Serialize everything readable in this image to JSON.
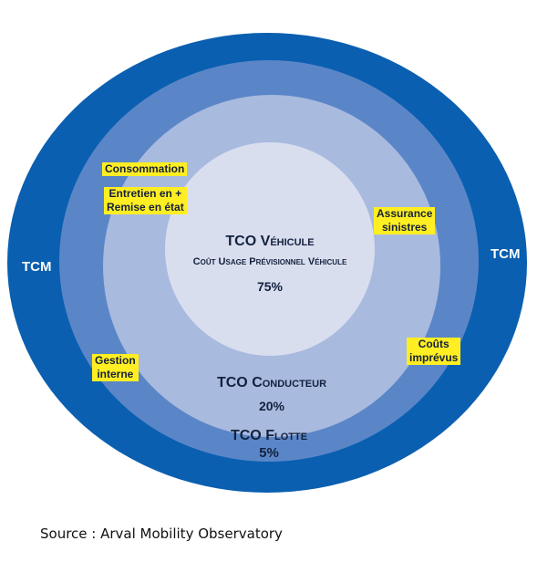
{
  "outer_ring": {
    "label_left": "TCM",
    "label_right": "TCM"
  },
  "fleet_ring": {
    "title_prefix": "TCO",
    "title_word": "Flotte",
    "percent": "5%"
  },
  "driver_ring": {
    "title_prefix": "TCO",
    "title_word": "Conducteur",
    "percent": "20%"
  },
  "vehicle_core": {
    "title_prefix": "TCO",
    "title_word": "Véhicule",
    "subtitle": "Coût Usage Prévisionnel Véhicule",
    "percent": "75%"
  },
  "tags": {
    "consommation": "Consommation",
    "entretien_line1": "Entretien en +",
    "entretien_line2": "Remise en état",
    "assurance_line1": "Assurance",
    "assurance_line2": "sinistres",
    "gestion_line1": "Gestion",
    "gestion_line2": "interne",
    "couts_line1": "Coûts",
    "couts_line2": "imprévus"
  },
  "source": "Source : Arval Mobility Observatory",
  "colors": {
    "tcm_ring": "#0a5fb0",
    "fleet_ring": "#5a86c8",
    "driver_ring": "#a9badf",
    "vehicle_core": "#d9deef",
    "tag_highlight": "#ffee22"
  }
}
